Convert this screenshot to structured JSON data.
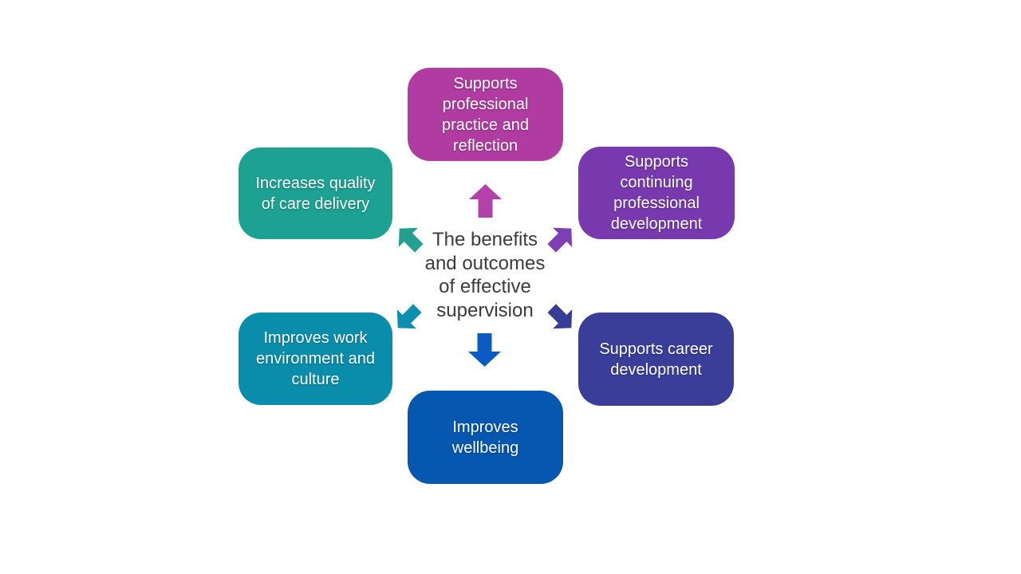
{
  "diagram": {
    "background_color": "#ffffff",
    "center_label": {
      "text": "The benefits and outcomes of effective supervision",
      "color": "#3b3b3b"
    },
    "boxes": [
      {
        "id": "supports-professional-practice",
        "position": "top",
        "label": "Supports professional practice and reflection",
        "color": "#b03ca2"
      },
      {
        "id": "supports-continuing-professional-development",
        "position": "top-right",
        "label": "Supports continuing professional development",
        "color": "#7839ae"
      },
      {
        "id": "increases-quality-of-care-delivery",
        "position": "left",
        "label": "Increases quality of care delivery",
        "color": "#1ca193"
      },
      {
        "id": "improves-work-environment-and-culture",
        "position": "bottom-left",
        "label": "Improves work environment and culture",
        "color": "#0a8dab"
      },
      {
        "id": "supports-career-development",
        "position": "right",
        "label": "Supports career development",
        "color": "#3a3e99"
      },
      {
        "id": "improves-wellbeing",
        "position": "bottom",
        "label": "Improves wellbeing",
        "color": "#0657b0"
      }
    ],
    "arrows": [
      {
        "name": "arrow-up",
        "direction": "up",
        "color": "#b440a9"
      },
      {
        "name": "arrow-up-left",
        "direction": "up-left",
        "color": "#23a090"
      },
      {
        "name": "arrow-up-right",
        "direction": "up-right",
        "color": "#7d3fb4"
      },
      {
        "name": "arrow-down-left",
        "direction": "down-left",
        "color": "#0d90b0"
      },
      {
        "name": "arrow-down-right",
        "direction": "down-right",
        "color": "#373d97"
      },
      {
        "name": "arrow-down",
        "direction": "down",
        "color": "#0b5cc2"
      }
    ]
  }
}
